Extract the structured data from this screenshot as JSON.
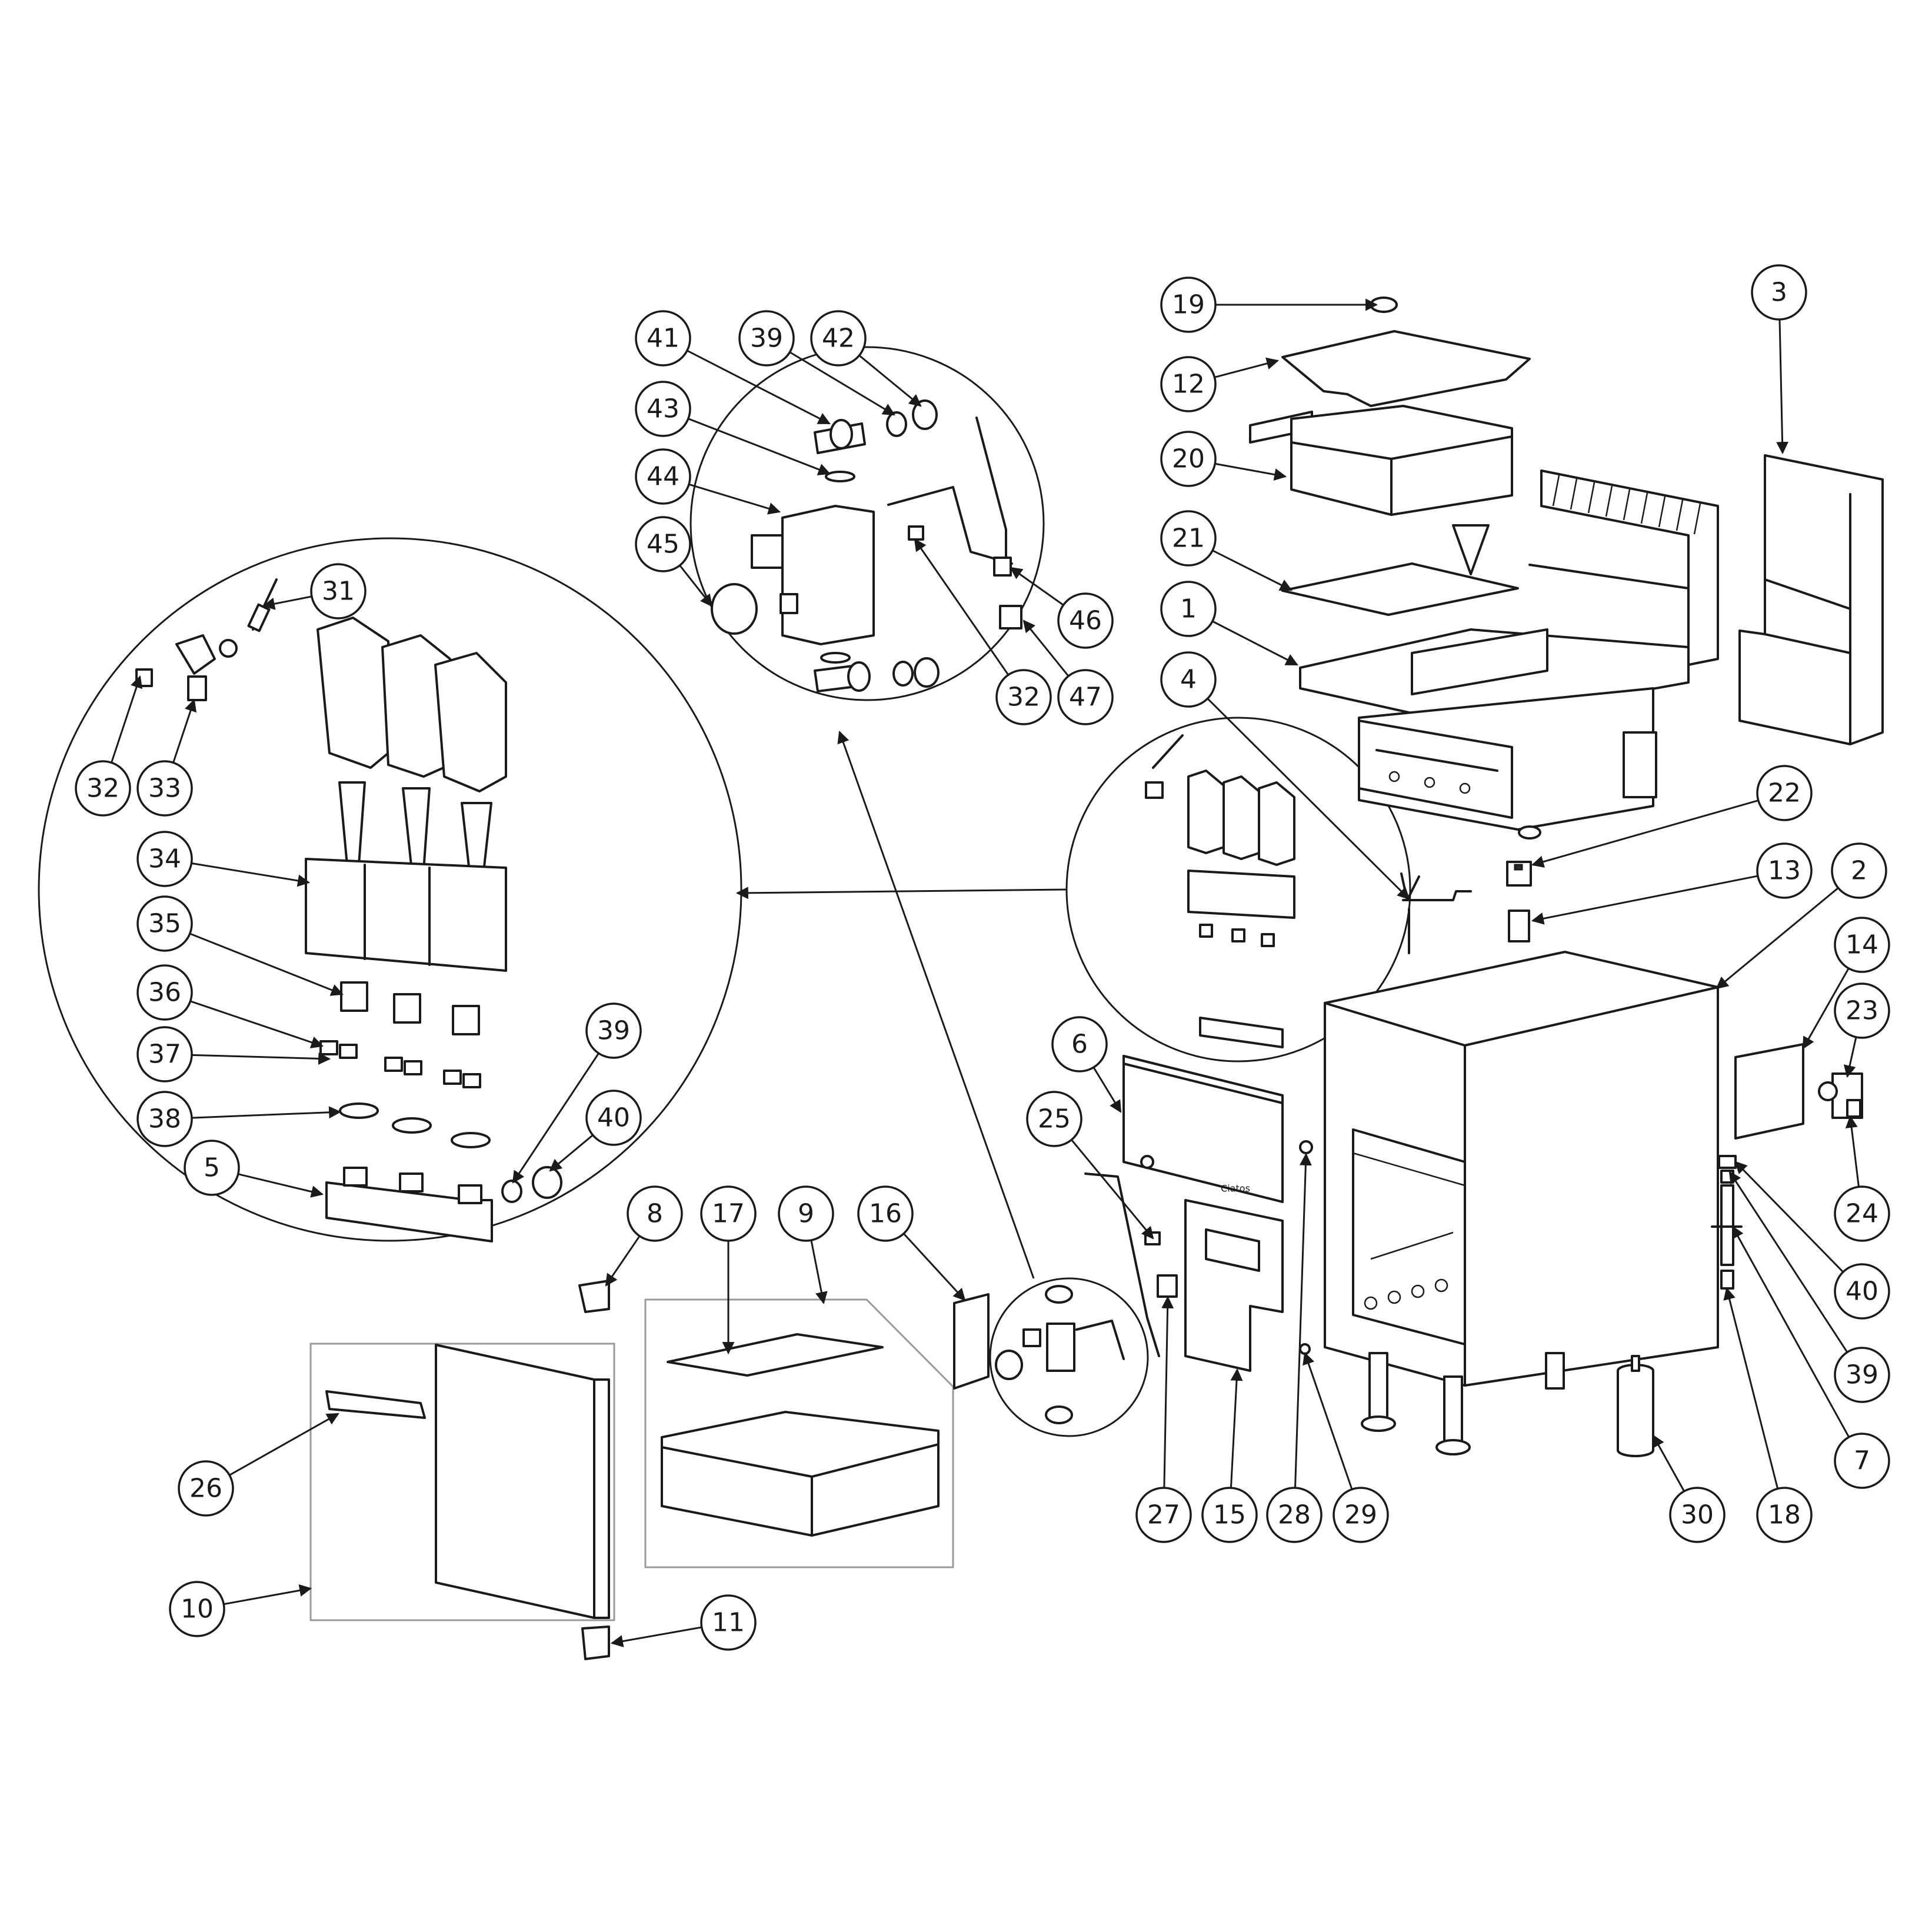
{
  "diagram": {
    "callouts": [
      {
        "id": "c1",
        "label": "1"
      },
      {
        "id": "c2",
        "label": "2"
      },
      {
        "id": "c3",
        "label": "3"
      },
      {
        "id": "c4",
        "label": "4"
      },
      {
        "id": "c5",
        "label": "5"
      },
      {
        "id": "c6",
        "label": "6"
      },
      {
        "id": "c7",
        "label": "7"
      },
      {
        "id": "c8",
        "label": "8"
      },
      {
        "id": "c9",
        "label": "9"
      },
      {
        "id": "c10",
        "label": "10"
      },
      {
        "id": "c11",
        "label": "11"
      },
      {
        "id": "c12",
        "label": "12"
      },
      {
        "id": "c13",
        "label": "13"
      },
      {
        "id": "c14",
        "label": "14"
      },
      {
        "id": "c15",
        "label": "15"
      },
      {
        "id": "c16",
        "label": "16"
      },
      {
        "id": "c17",
        "label": "17"
      },
      {
        "id": "c18",
        "label": "18"
      },
      {
        "id": "c19",
        "label": "19"
      },
      {
        "id": "c20",
        "label": "20"
      },
      {
        "id": "c21",
        "label": "21"
      },
      {
        "id": "c22",
        "label": "22"
      },
      {
        "id": "c23",
        "label": "23"
      },
      {
        "id": "c24",
        "label": "24"
      },
      {
        "id": "c25",
        "label": "25"
      },
      {
        "id": "c26",
        "label": "26"
      },
      {
        "id": "c27",
        "label": "27"
      },
      {
        "id": "c28",
        "label": "28"
      },
      {
        "id": "c29",
        "label": "29"
      },
      {
        "id": "c30",
        "label": "30"
      },
      {
        "id": "c31",
        "label": "31"
      },
      {
        "id": "c32a",
        "label": "32"
      },
      {
        "id": "c32b",
        "label": "32"
      },
      {
        "id": "c33",
        "label": "33"
      },
      {
        "id": "c34",
        "label": "34"
      },
      {
        "id": "c35",
        "label": "35"
      },
      {
        "id": "c36",
        "label": "36"
      },
      {
        "id": "c37",
        "label": "37"
      },
      {
        "id": "c38",
        "label": "38"
      },
      {
        "id": "c39a",
        "label": "39"
      },
      {
        "id": "c39b",
        "label": "39"
      },
      {
        "id": "c39c",
        "label": "39"
      },
      {
        "id": "c40a",
        "label": "40"
      },
      {
        "id": "c40b",
        "label": "40"
      },
      {
        "id": "c41",
        "label": "41"
      },
      {
        "id": "c42",
        "label": "42"
      },
      {
        "id": "c43",
        "label": "43"
      },
      {
        "id": "c44",
        "label": "44"
      },
      {
        "id": "c45",
        "label": "45"
      },
      {
        "id": "c46",
        "label": "46"
      },
      {
        "id": "c47",
        "label": "47"
      }
    ],
    "brand_plate_text": "Ciatos"
  }
}
